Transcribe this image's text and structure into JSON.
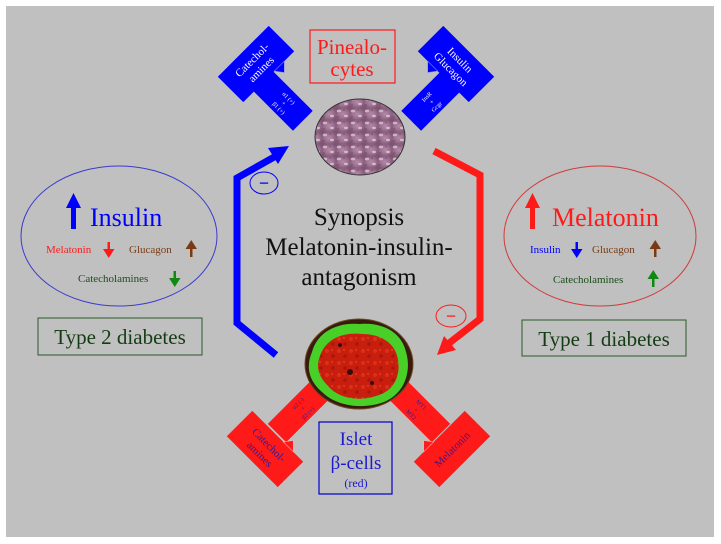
{
  "colors": {
    "panel_bg": "#c0c0c0",
    "blue": "#0000ff",
    "red": "#ff1a1a",
    "dark_green": "#1a4d1a",
    "brown": "#7a3b12",
    "green_arrow": "#118811",
    "receptor_text_red": "#3a1a8a",
    "pineal_tissue": "#9a6e8e",
    "islet_tissue": "#c81e0e"
  },
  "title": {
    "line1": "Synopsis",
    "line2": "Melatonin-insulin-",
    "line3": "antagonism"
  },
  "pinealocytes": {
    "line1": "Pinealo-",
    "line2": "cytes"
  },
  "islet": {
    "line1": "Islet",
    "line2": "β-cells",
    "line3": "(red)"
  },
  "top_left_ligand": {
    "line1": "Catechol-",
    "line2": "amines",
    "receptor_line1": "α1 (+)",
    "receptor_plus": "+",
    "receptor_line2": "β1 (+)"
  },
  "top_right_ligand": {
    "line1": "Insulin",
    "line2": "Glucagon",
    "receptor_line1": "InsR",
    "receptor_plus": "+",
    "receptor_line2": "Gcgr"
  },
  "bottom_left_ligand": {
    "line1": "Catechol-",
    "line2": "amines",
    "receptor_line1": "α2 (-)",
    "receptor_plus": "+",
    "receptor_line2": "β2 (+)"
  },
  "bottom_right_ligand": {
    "line1": "Melatonin",
    "receptor_line1": "MT1",
    "receptor_plus": "+",
    "receptor_line2": "MT2"
  },
  "left_panel": {
    "main_label": "Insulin",
    "main_direction": "up",
    "melatonin_label": "Melatonin",
    "melatonin_direction": "down",
    "glucagon_label": "Glucagon",
    "glucagon_direction": "up",
    "catecholamines_label": "Catecholamines",
    "catecholamines_direction": "down",
    "diabetes_label": "Type 2 diabetes"
  },
  "right_panel": {
    "main_label": "Melatonin",
    "main_direction": "up",
    "insulin_label": "Insulin",
    "insulin_direction": "down",
    "glucagon_label": "Glucagon",
    "glucagon_direction": "up",
    "catecholamines_label": "Catecholamines",
    "catecholamines_direction": "up",
    "diabetes_label": "Type 1 diabetes"
  },
  "inhibition_symbol": "−"
}
